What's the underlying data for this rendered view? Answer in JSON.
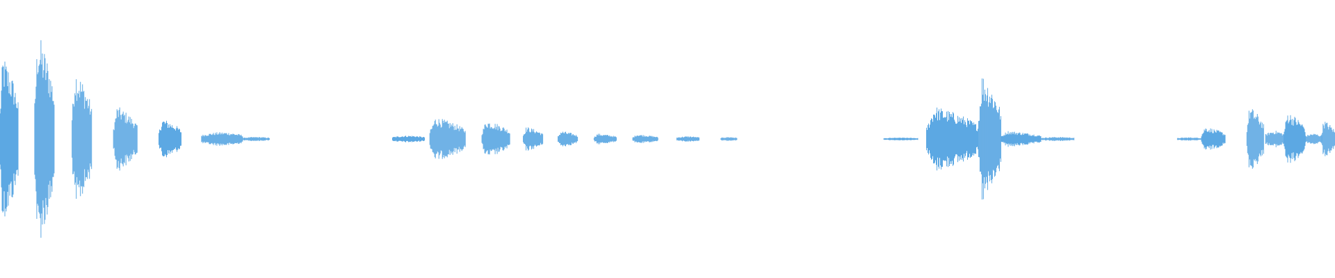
{
  "waveform": {
    "color": "#5ca8e3",
    "background": "#ffffff",
    "segments": [
      {
        "start": 0.0,
        "end": 0.014,
        "amp": 0.62,
        "shape": "burst"
      },
      {
        "start": 0.026,
        "end": 0.041,
        "amp": 0.78,
        "shape": "burst"
      },
      {
        "start": 0.054,
        "end": 0.069,
        "amp": 0.52,
        "shape": "burst"
      },
      {
        "start": 0.085,
        "end": 0.103,
        "amp": 0.24,
        "shape": "burst"
      },
      {
        "start": 0.119,
        "end": 0.136,
        "amp": 0.15,
        "shape": "burst"
      },
      {
        "start": 0.151,
        "end": 0.182,
        "amp": 0.05,
        "shape": "flat"
      },
      {
        "start": 0.182,
        "end": 0.202,
        "amp": 0.015,
        "shape": "flat"
      },
      {
        "start": 0.294,
        "end": 0.318,
        "amp": 0.025,
        "shape": "flat"
      },
      {
        "start": 0.322,
        "end": 0.349,
        "amp": 0.16,
        "shape": "burst"
      },
      {
        "start": 0.361,
        "end": 0.382,
        "amp": 0.14,
        "shape": "burst"
      },
      {
        "start": 0.392,
        "end": 0.407,
        "amp": 0.09,
        "shape": "burst"
      },
      {
        "start": 0.418,
        "end": 0.433,
        "amp": 0.06,
        "shape": "burst"
      },
      {
        "start": 0.445,
        "end": 0.462,
        "amp": 0.04,
        "shape": "burst"
      },
      {
        "start": 0.474,
        "end": 0.493,
        "amp": 0.035,
        "shape": "burst"
      },
      {
        "start": 0.507,
        "end": 0.524,
        "amp": 0.02,
        "shape": "flat"
      },
      {
        "start": 0.54,
        "end": 0.552,
        "amp": 0.015,
        "shape": "flat"
      },
      {
        "start": 0.662,
        "end": 0.688,
        "amp": 0.01,
        "shape": "flat"
      },
      {
        "start": 0.694,
        "end": 0.733,
        "amp": 0.24,
        "shape": "burst"
      },
      {
        "start": 0.733,
        "end": 0.75,
        "amp": 0.48,
        "shape": "burst"
      },
      {
        "start": 0.75,
        "end": 0.78,
        "amp": 0.06,
        "shape": "burst"
      },
      {
        "start": 0.78,
        "end": 0.805,
        "amp": 0.015,
        "shape": "flat"
      },
      {
        "start": 0.882,
        "end": 0.9,
        "amp": 0.012,
        "shape": "flat"
      },
      {
        "start": 0.9,
        "end": 0.918,
        "amp": 0.09,
        "shape": "burst"
      },
      {
        "start": 0.934,
        "end": 0.947,
        "amp": 0.24,
        "shape": "burst"
      },
      {
        "start": 0.948,
        "end": 0.962,
        "amp": 0.06,
        "shape": "flat"
      },
      {
        "start": 0.962,
        "end": 0.978,
        "amp": 0.2,
        "shape": "burst"
      },
      {
        "start": 0.978,
        "end": 0.99,
        "amp": 0.04,
        "shape": "flat"
      },
      {
        "start": 0.99,
        "end": 1.0,
        "amp": 0.14,
        "shape": "burst"
      }
    ]
  }
}
